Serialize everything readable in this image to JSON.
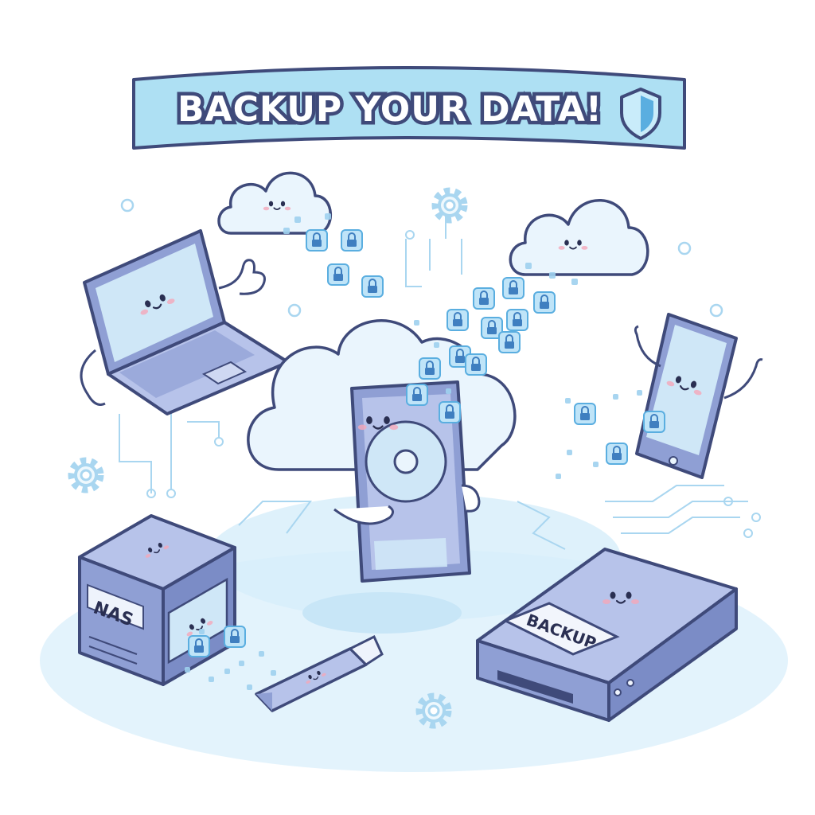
{
  "banner": {
    "title": "BACKUP YOUR DATA!"
  },
  "devices": {
    "nas_label": "NAS",
    "backup_drive_label": "BACKUP"
  },
  "icons": {
    "banner": "shield-icon",
    "data_block": "padlock-icon",
    "decor": "gear-icon"
  },
  "colors": {
    "outline": "#3f4a7a",
    "device_fill": "#8f9fd4",
    "device_light": "#b7c3ea",
    "screen": "#cfe7f7",
    "cloud": "#eaf5fd",
    "banner_fill": "#aee0f3",
    "accent": "#7cc8ec",
    "floor": "#dcf0fb"
  }
}
